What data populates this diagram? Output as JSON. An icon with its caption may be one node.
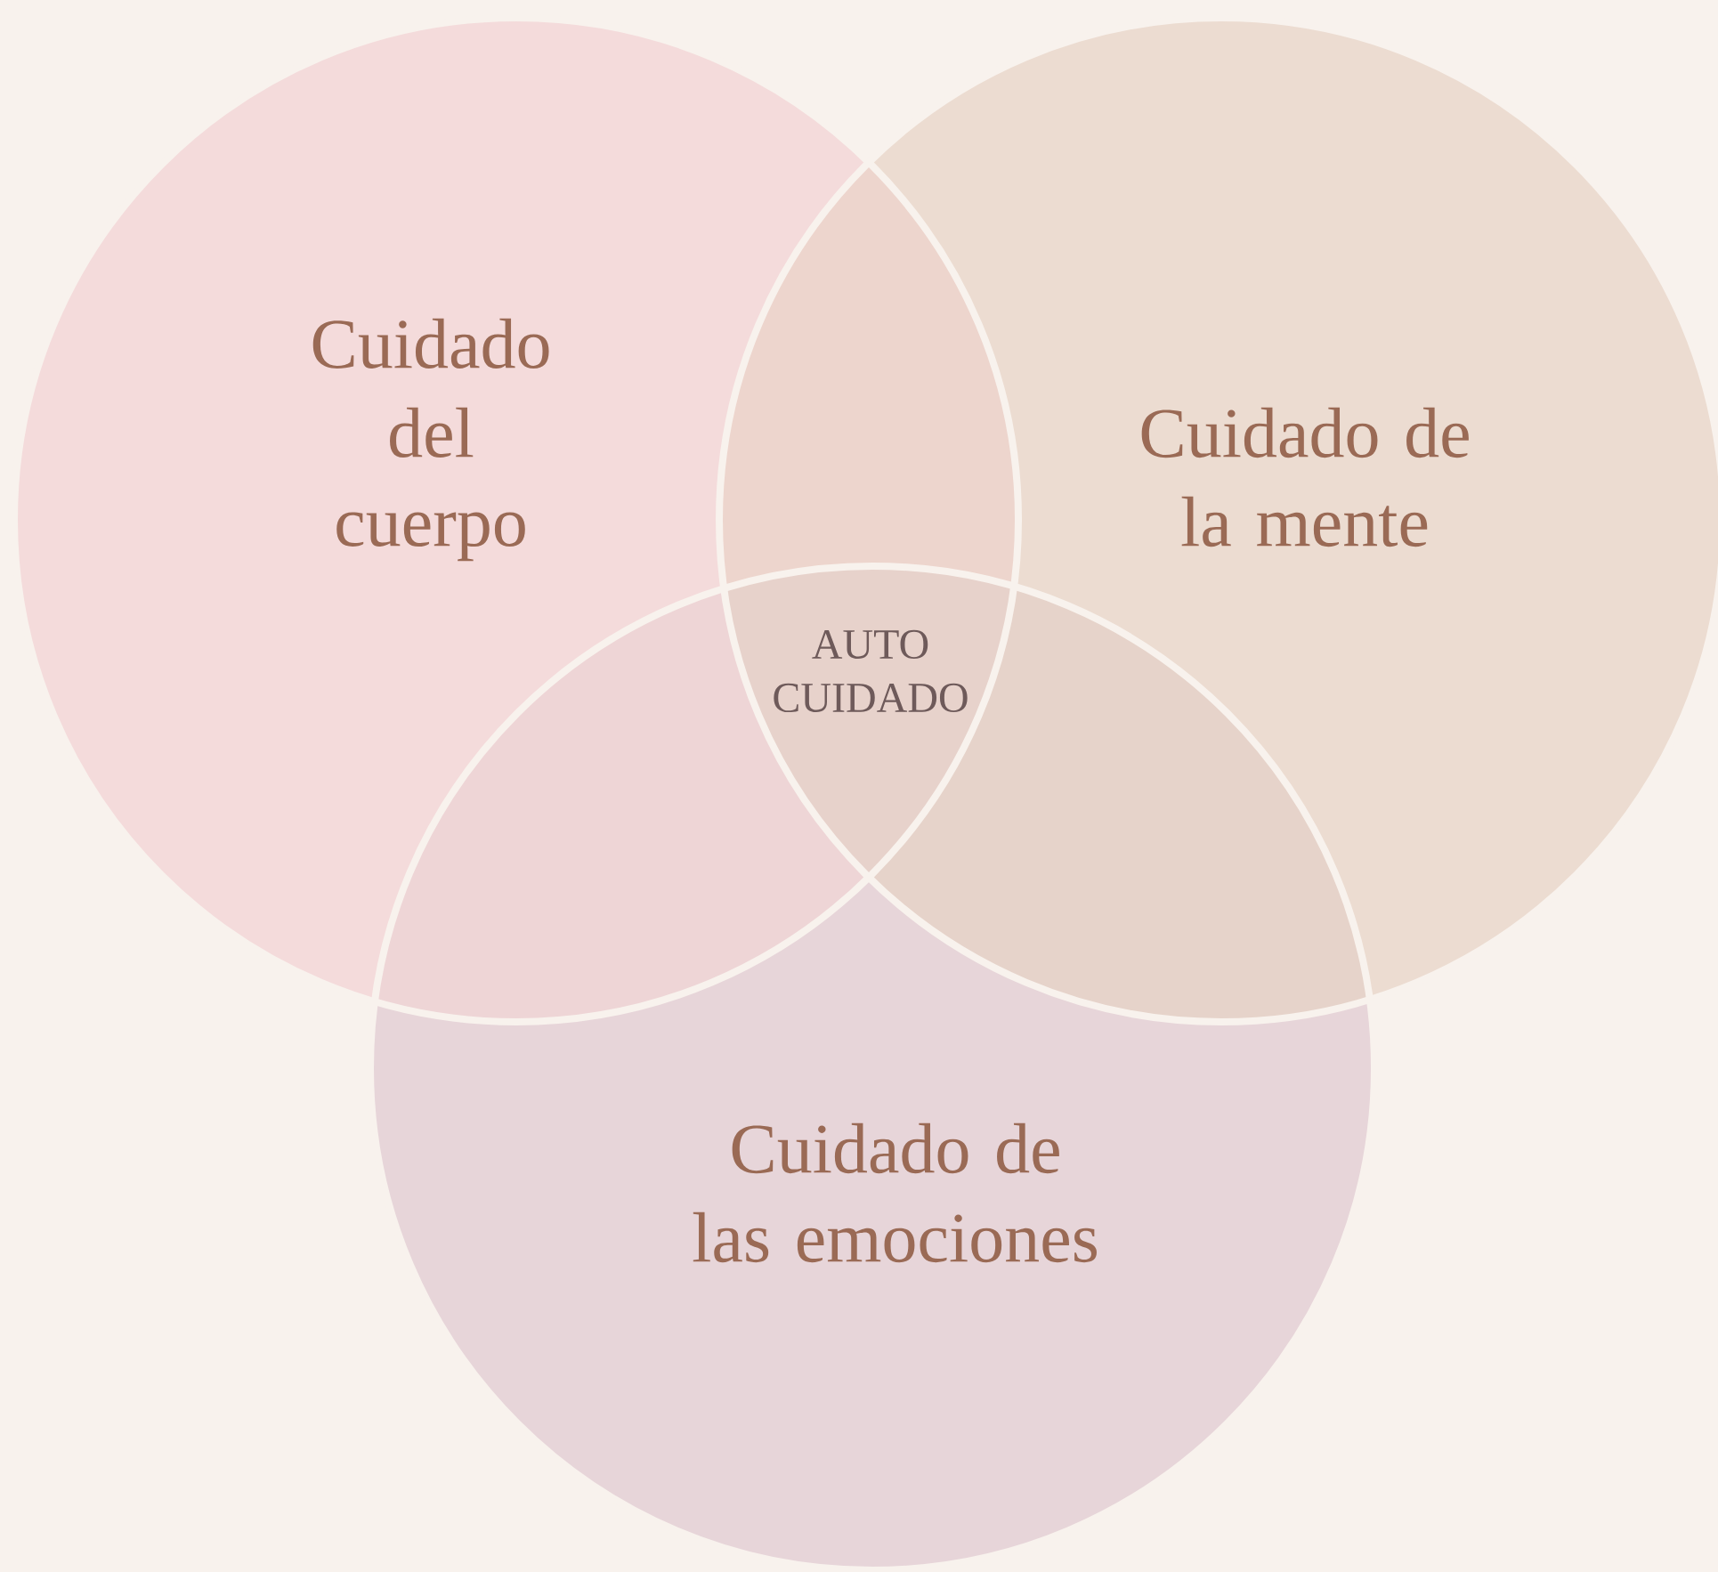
{
  "diagram": {
    "nodes": [
      {
        "text": [
          "Cuidado del cuerpo"
        ]
      },
      {
        "text": [
          "Cuidado de la mente"
        ]
      },
      {
        "text": [
          "Cuidado de las emociones"
        ]
      }
    ],
    "labels": [
      "AUTO CUIDADO"
    ]
  }
}
